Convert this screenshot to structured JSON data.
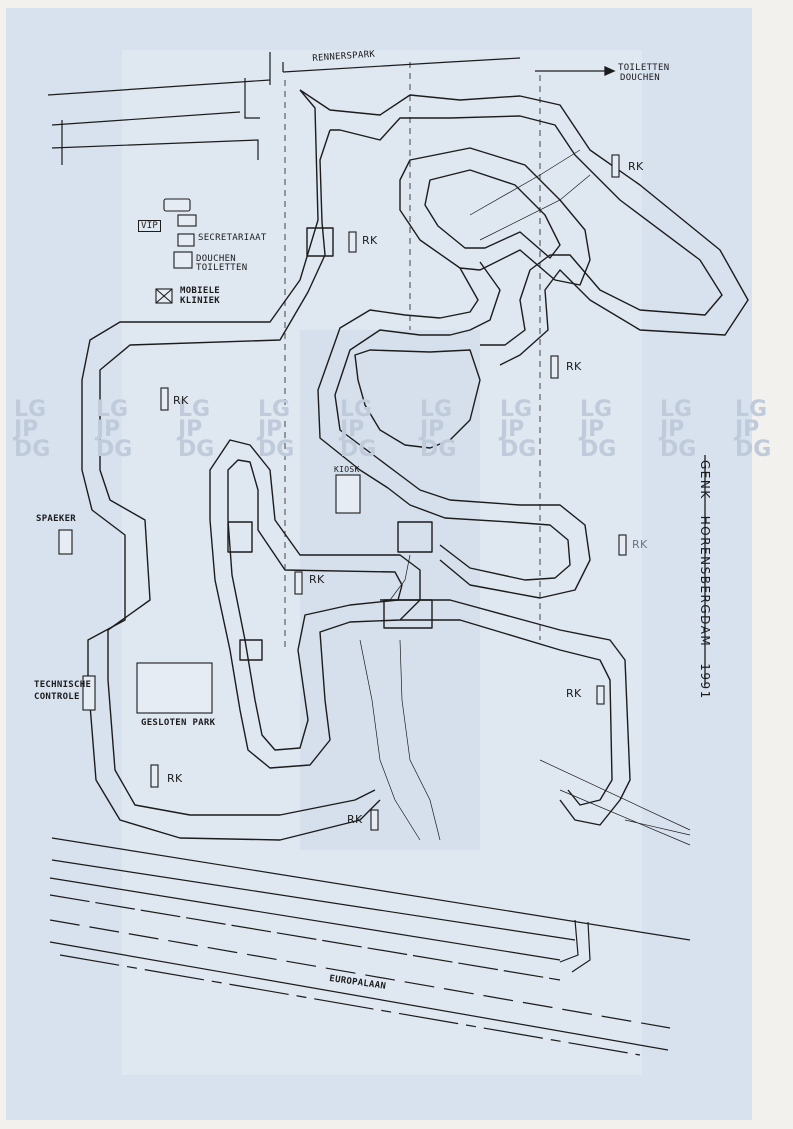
{
  "title": {
    "place": "GENK",
    "circuit": "HORENSBERGDAM",
    "year": "1991"
  },
  "labels": {
    "rennerspark": "RENNERSPARK",
    "toiletten": "TOILETTEN",
    "douchen": "DOUCHEN",
    "vip": "VIP",
    "secretariaat": "SECRETARIAAT",
    "douchen_toiletten_1": "DOUCHEN",
    "douchen_toiletten_2": "TOILETTEN",
    "mobiele_1": "MOBIELE",
    "mobiele_2": "KLINIEK",
    "kiosk": "KIOSK",
    "spaeker": "SPAEKER",
    "technische_1": "TECHNISCHE",
    "technische_2": "CONTROLE",
    "gesloten_park": "GESLOTEN PARK",
    "europalaan": "EUROPALAAN"
  },
  "rk_markers": [
    "RK",
    "RK",
    "RK",
    "RK",
    "RK",
    "RK",
    "RK",
    "RK",
    "RK"
  ],
  "watermark": {
    "line1": "LG",
    "line2": "JP",
    "line3": "DG"
  },
  "colors": {
    "background": "#d8e2ef",
    "line": "#1c1c1c",
    "paper": "#f2f1ee",
    "watermark": "#bfcbda"
  }
}
